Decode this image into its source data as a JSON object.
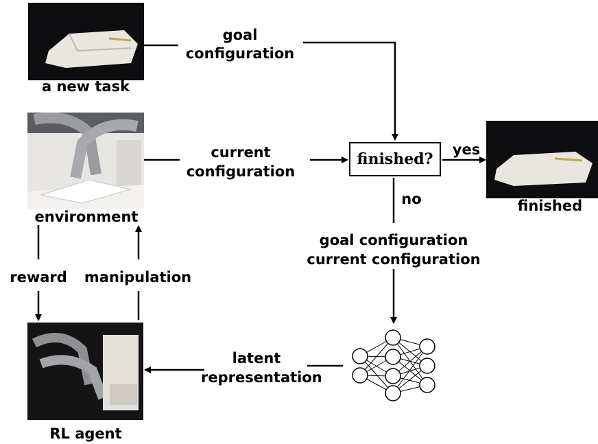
{
  "labels": {
    "new_task": "a new task",
    "environment": "environment",
    "finished": "finished",
    "rl_agent": "RL agent",
    "reward": "reward",
    "manipulation": "manipulation",
    "goal_top_l1": "goal",
    "goal_top_l2": "configuration",
    "current_l1": "current",
    "current_l2": "configuration",
    "yes": "yes",
    "no": "no",
    "goal_config": "goal configuration",
    "current_config": "current configuration",
    "latent_l1": "latent",
    "latent_l2": "representation"
  },
  "decision": {
    "text": "finished?"
  },
  "icons": {
    "new_task_photo": "folded-cloth-photo",
    "environment_photo": "dual-arm-robot-photo",
    "finished_photo": "folded-cloth-photo",
    "agent_photo": "dual-arm-robot-photo",
    "network": "neural-network-icon"
  },
  "colors": {
    "ink": "#000000",
    "photo_bg": "#111111",
    "cloth": "#e9e6df"
  }
}
